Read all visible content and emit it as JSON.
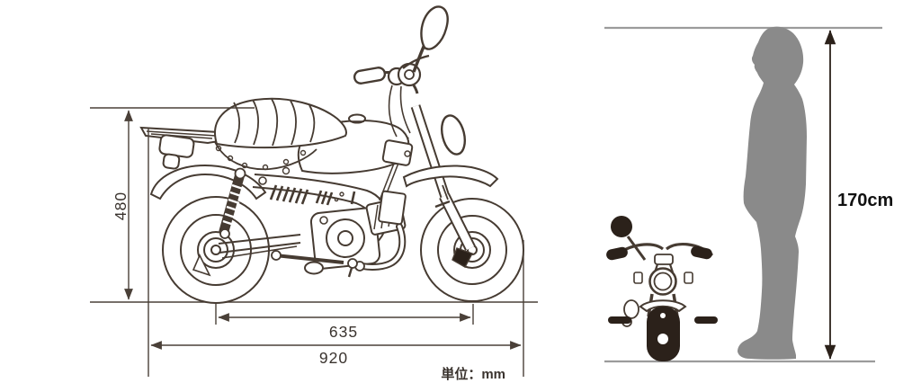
{
  "diagram": {
    "title_semantic": "motorcycle dimension diagram",
    "side_view": {
      "dimensions": {
        "height": "480",
        "wheelbase": "635",
        "overall_length": "920"
      },
      "unit_label": "単位：mm"
    },
    "size_comparison": {
      "person_height": "170cm"
    },
    "colors": {
      "line_art": "#463b32",
      "dark_fill": "#2b211a",
      "dimension_line": "#4a4038",
      "dim_text": "#3a332e",
      "black_text": "#111111",
      "guide_line": "#9b9b9b",
      "silhouette": "#8a8a8a",
      "background": "#ffffff"
    }
  }
}
